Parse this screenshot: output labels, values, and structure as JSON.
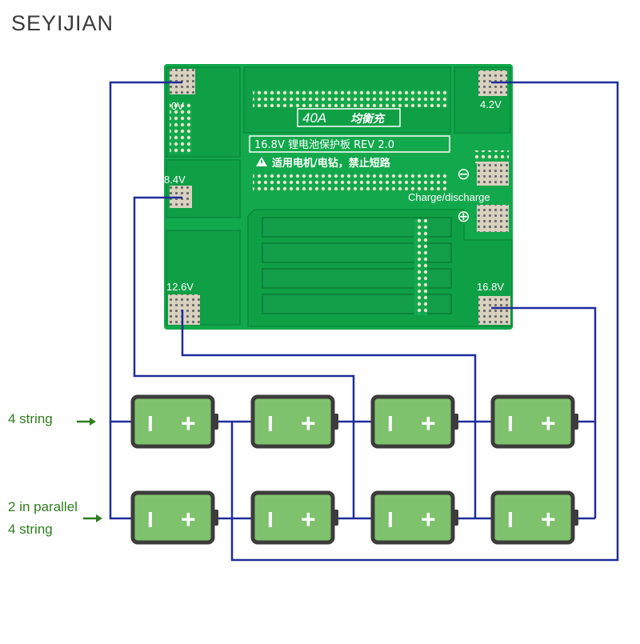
{
  "brand": "SEYIJIAN",
  "board": {
    "rating": "40A",
    "rating_chinese": "均衡充",
    "model_line": "16.8V 锂电池保护板 REV 2.0",
    "warning": "适用电机/电钻，禁止短路",
    "warning_icon": "warning-triangle-icon",
    "minus_symbol": "⊖",
    "plus_symbol": "⊕",
    "port_label": "Charge/discharge",
    "tap_labels": {
      "v0": "0V",
      "v42": "4.2V",
      "v84": "8.4V",
      "v126": "12.6V",
      "v168": "16.8V"
    },
    "colors": {
      "pcb": "#12a84c",
      "pcb_dark": "#0b8a3a",
      "silkscreen": "#ffffff"
    }
  },
  "labels": {
    "row1": "4 string",
    "row2_line1": "2 in parallel",
    "row2_line2": "4 string"
  },
  "battery": {
    "minus": "I",
    "plus": "+",
    "color": "#7fc26e",
    "outline": "#3c3c3c"
  },
  "wire_color": "#1f2c9c",
  "arrow_color": "#2f7d1e"
}
